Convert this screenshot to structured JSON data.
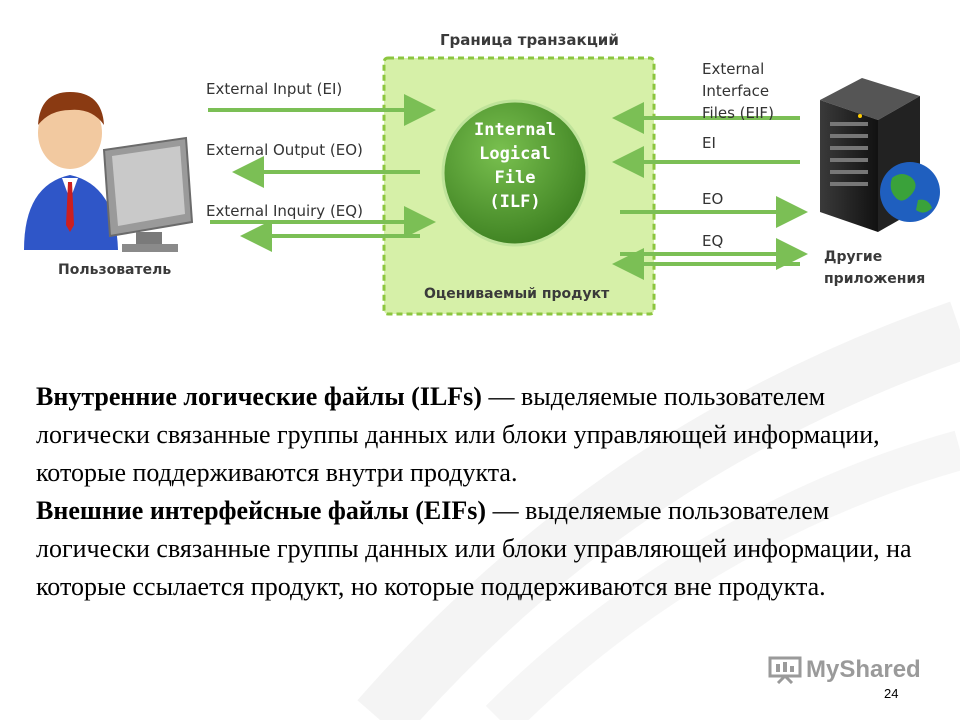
{
  "diagram": {
    "boundary_title": "Граница транзакций",
    "ilf_lines": [
      "Internal",
      "Logical",
      "File",
      "(ILF)"
    ],
    "product_label": "Оцениваемый продукт",
    "user_label": "Пользователь",
    "left_flows": {
      "ei": "External Input (EI)",
      "eo": "External Output (EO)",
      "eq": "External Inquiry (EQ)"
    },
    "right_flows": {
      "eif": "External\nInterface\nFiles (EIF)",
      "ei": "EI",
      "eo": "EO",
      "eq": "EQ"
    },
    "other_apps_label": "Другие\nприложения",
    "colors": {
      "boundary_fill": "#d6f0a8",
      "boundary_border": "#8cc63f",
      "ilf_fill": "#4f9a2e",
      "arrow": "#7bbf55"
    }
  },
  "text": {
    "p1_bold": "Внутренние логические файлы (ILFs)",
    "p1_rest": " — выделяемые пользователем логически связанные группы данных или блоки управляющей информации, которые поддерживаются внутри продукта.",
    "p2_bold": "Внешние интерфейсные файлы (EIFs)",
    "p2_rest": " — выделяемые пользователем логически связанные группы данных или блоки управляющей информации, на которые ссылается продукт, но которые поддерживаются вне продукта."
  },
  "watermark": "MyShared",
  "page_number": "24"
}
